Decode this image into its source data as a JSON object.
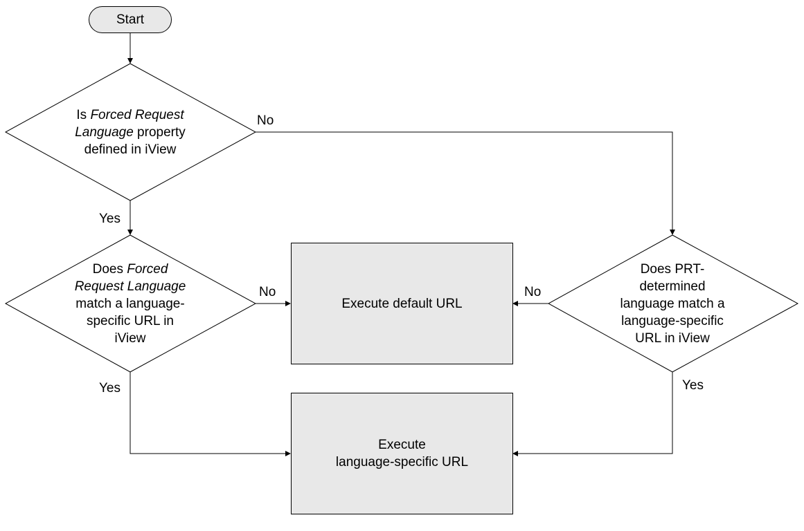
{
  "nodes": {
    "start": "Start",
    "decision1": {
      "prefix": "Is ",
      "emph_line1": "Forced Request",
      "emph_line2": "Language",
      "line2_suffix": " property",
      "line3": "defined in iView"
    },
    "decision2": {
      "prefix": "Does ",
      "emph_line1": "Forced",
      "emph_line2": "Request Language",
      "line3": "match a language-",
      "line4": "specific URL in",
      "line5": "iView"
    },
    "decision3": {
      "line1": "Does PRT-",
      "line2": "determined",
      "line3": "language match a",
      "line4": "language-specific",
      "line5": "URL in iView"
    },
    "process_default": "Execute default URL",
    "process_language": {
      "line1": "Execute",
      "line2": "language-specific URL"
    }
  },
  "edge_labels": {
    "d1_no": "No",
    "d1_yes": "Yes",
    "d2_no": "No",
    "d2_yes": "Yes",
    "d3_no": "No",
    "d3_yes": "Yes"
  }
}
